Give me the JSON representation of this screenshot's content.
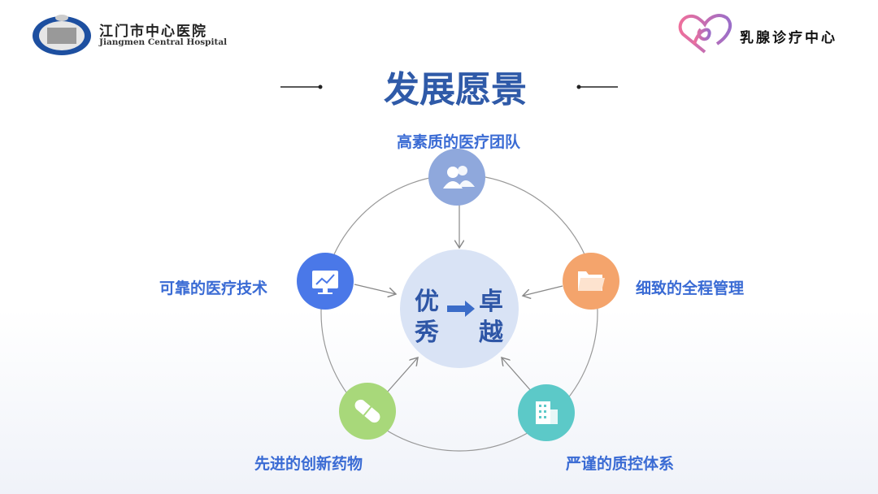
{
  "header": {
    "hospital_cn": "江门市中心医院",
    "hospital_en": "Jiangmen Central Hospital",
    "center_name": "乳腺诊疗中心"
  },
  "title": "发展愿景",
  "center": {
    "from_1": "优",
    "from_2": "秀",
    "to_1": "卓",
    "to_2": "越"
  },
  "nodes": [
    {
      "label": "高素质的医疗团队",
      "icon": "users-icon",
      "color": "#8fa8dc"
    },
    {
      "label": "可靠的医疗技术",
      "icon": "monitor-chart-icon",
      "color": "#4a78e8"
    },
    {
      "label": "细致的全程管理",
      "icon": "folder-icon",
      "color": "#f4a46c"
    },
    {
      "label": "先进的创新药物",
      "icon": "pill-icon",
      "color": "#a8d87a"
    },
    {
      "label": "严谨的质控体系",
      "icon": "building-icon",
      "color": "#5cc9c8"
    }
  ]
}
